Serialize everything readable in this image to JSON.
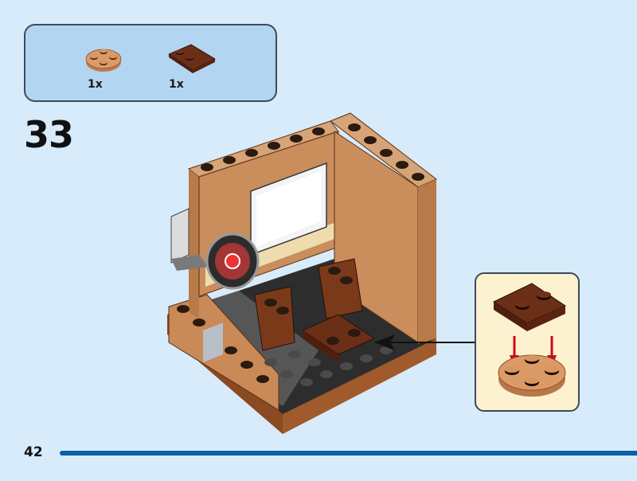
{
  "parts_list": {
    "items": [
      {
        "name": "round-plate-2x2-medium-nougat",
        "quantity": "1x",
        "color": "#d9935f"
      },
      {
        "name": "plate-2x2-tile-reddish-brown",
        "quantity": "1x",
        "color": "#6b2e17"
      }
    ]
  },
  "step_number": "33",
  "page_number": "42",
  "colors": {
    "background": "#d7ebfa",
    "parts_box": "#b2d6f2",
    "callout": "#fdf2cf",
    "accent_bar": "#0b5ea8",
    "arrow_red": "#cc0a1a"
  }
}
